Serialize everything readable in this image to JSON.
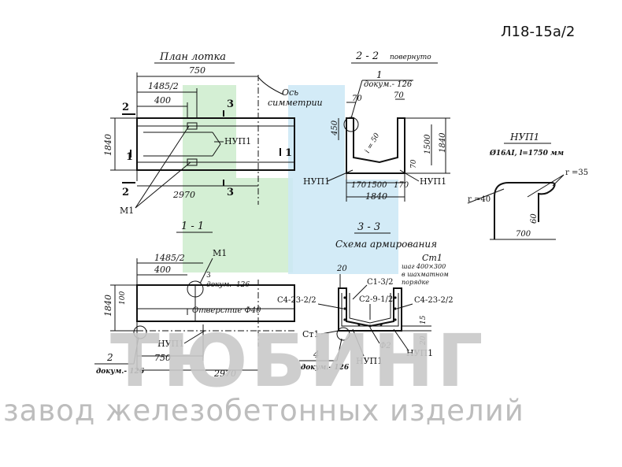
{
  "sheet": {
    "code": "Л18-15а/2"
  },
  "watermark": {
    "brand": "ТЮБИНГ",
    "tagline": "завод железобетонных изделий",
    "logo_colors": {
      "green": "#cdeccc",
      "blue": "#cbe8f6"
    }
  },
  "plan_view": {
    "title": "План лотка",
    "dims": {
      "d750": "750",
      "d1485": "1485/2",
      "d400": "400",
      "d1840": "1840",
      "d2970": "2970"
    },
    "axis_label_1": "Ось",
    "axis_label_2": "симметрии",
    "section_marks": {
      "s2": "2",
      "s3": "3",
      "s1": "1"
    },
    "labels": {
      "nup1": "НУП1",
      "m1": "М1"
    }
  },
  "section_22": {
    "title": "2 - 2",
    "title_note": "повернуто",
    "callout_num": "1",
    "callout_doc": "докум.- 126",
    "dims": {
      "d70a": "70",
      "d70b": "70",
      "d450": "450",
      "d1500": "1500",
      "d1840v": "1840",
      "d70c": "70",
      "d170a": "170",
      "d1500h": "1500",
      "d170b": "170",
      "d1840h": "1840",
      "slope": "i = 50"
    },
    "labels": {
      "nup1_left": "НУП1",
      "nup1_right": "НУП1"
    }
  },
  "detail_nup1": {
    "title": "НУП1",
    "spec": "Ø16AI, l=1750 мм",
    "dims": {
      "r35": "r =35",
      "r40": "r =40",
      "d60": "60",
      "d700": "700"
    }
  },
  "section_11": {
    "title": "1 - 1",
    "dims": {
      "d1485": "1485/2",
      "d400": "400",
      "d1840": "1840",
      "d100": "100",
      "d750": "750",
      "d2970": "2970"
    },
    "labels": {
      "m1": "М1",
      "doc3": "3",
      "doc3_text": "докум.- 126",
      "hole": "Отверстие Ф40",
      "nup1": "НУП1",
      "callout2": "2",
      "callout2_doc": "докум.- 126"
    }
  },
  "section_33": {
    "title": "3 - 3",
    "subtitle": "Схема армирования",
    "labels": {
      "st1_top": "Ст1",
      "step": "шаг 400×300",
      "step2": "в шахматном",
      "step3": "порядке",
      "d20": "20",
      "c132": "С1-3/2",
      "c2912": "С2-9-1/2",
      "c4left": "С4-23-2/2",
      "c4right": "С4-23-2/2",
      "st1_left": "Ст1",
      "f2": "Ф2",
      "d15": "15",
      "d20b": "20",
      "callout4": "4",
      "callout4_doc": "докум.- 126",
      "nup1a": "НУП1",
      "nup1b": "НУП1"
    }
  }
}
